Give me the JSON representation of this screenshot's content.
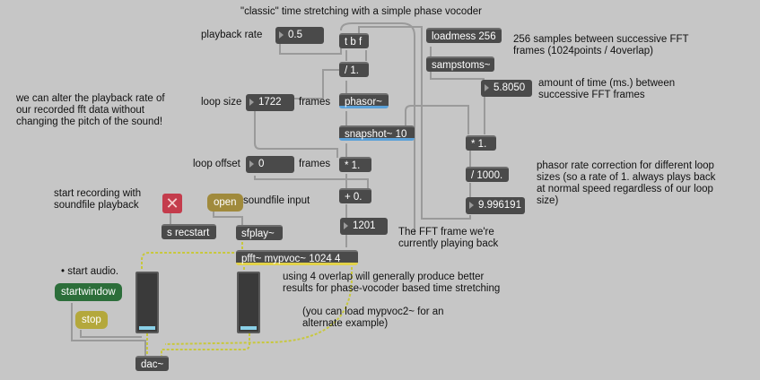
{
  "comments": {
    "title": "\"classic\" time stretching with a simple phase vocoder",
    "playback_rate": "playback rate",
    "samples_between": "256 samples between successive FFT\nframes (1024points / 4overlap)",
    "amount_of_time": "amount of time (ms.) between\nsuccessive FFT frames",
    "alter_rate": "we can alter the playback rate of\nour recorded fft data without\nchanging the pitch of the sound!",
    "loop_size": "loop size",
    "frames1": "frames",
    "loop_offset": "loop offset",
    "frames2": "frames",
    "phasor_correction": "phasor rate correction for different loop\nsizes (so a rate of 1. always plays back\nat normal speed regardless of our loop\nsize)",
    "start_recording": "start recording with\nsoundfile playback",
    "soundfile_input": "soundfile input",
    "fft_frame": "The FFT frame we're\ncurrently playing back",
    "start_audio": "• start audio.",
    "overlap_note": "using 4 overlap will generally produce better\nresults for phase-vocoder based time stretching",
    "mypvoc2_note": "(you can load mypvoc2~ for an\nalternate example)"
  },
  "objects": {
    "tbf": "t b f",
    "div1": "/ 1.",
    "phasor": "phasor~",
    "snapshot": "snapshot~ 10",
    "mul1": "* 1.",
    "add0": "+ 0.",
    "loadmess": "loadmess 256",
    "sampstoms": "sampstoms~",
    "mul1b": "* 1.",
    "div1000": "/ 1000.",
    "srecstart": "s recstart",
    "sfplay": "sfplay~",
    "pfft": "pfft~ mypvoc~ 1024 4",
    "dac": "dac~"
  },
  "numbers": {
    "playback_rate": "0.5",
    "loop_size": "1722",
    "loop_offset": "0",
    "ms_value": "5.8050",
    "rate_value": "9.996191",
    "frame_value": "1201"
  },
  "messages": {
    "open": "open",
    "startwindow": "startwindow",
    "stop": "stop"
  },
  "meters": {
    "left_level": 0.05,
    "right_level": 0.05
  },
  "colors": {
    "background": "#c6c6c6",
    "object": "#4a4a4a",
    "signal_patch_cord": "#c8c83c",
    "control_patch_cord": "#9a9a9a",
    "highlight": "#5aa0d8",
    "pfft_bar": "#e2d24a",
    "startwindow_button": "#2c6e3a",
    "stop_button": "#b4a83c",
    "open_button": "#a08a3c",
    "toggle": "#c43c4c"
  }
}
